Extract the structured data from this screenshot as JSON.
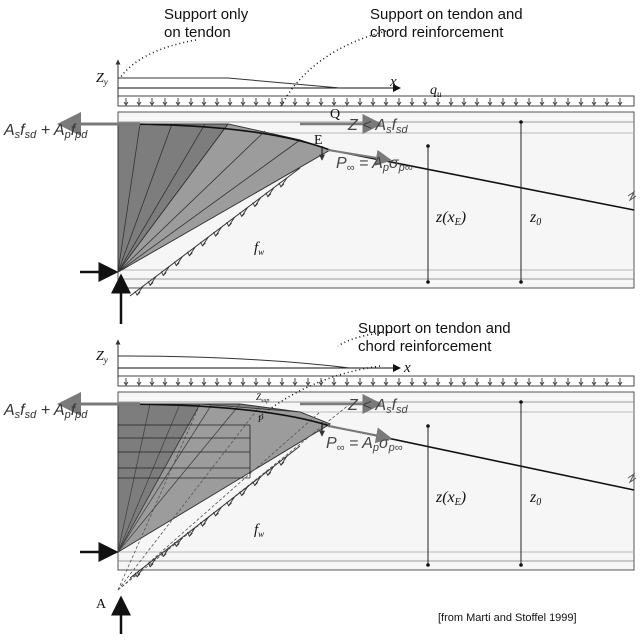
{
  "annotations": {
    "support_tendon_line1": "Support only",
    "support_tendon_line2": "on tendon",
    "support_chord_top_line1": "Support on tendon and",
    "support_chord_top_line2": "chord reinforcement",
    "support_chord_bottom_line1": "Support on tendon and",
    "support_chord_bottom_line2": "chord reinforcement"
  },
  "labels": {
    "zy": "Z",
    "zy_sub": "y",
    "x": "x",
    "qu": "q",
    "qu_sub": "u",
    "Q": "Q",
    "E": "E",
    "A": "A",
    "fw": "f",
    "fw_sub": "w",
    "z_xE": "z(x",
    "z_xE_sub": "E",
    "z0": "z",
    "z0_sub": "0",
    "left_force": "A",
    "right_force": "Z < A",
    "pinf": "P",
    "pinf_eq": " = A",
    "zsup": "Z",
    "zsup_sub": "sup",
    "P_small": "P"
  },
  "citation": "[from Marti and Stoffel 1999]",
  "colors": {
    "fan_dark": "#6e6e6e",
    "fan_mid": "#9a9a9a",
    "beam_fill": "#f4f4f4",
    "arrow_grey": "#7a7a7a",
    "line": "#222222"
  }
}
